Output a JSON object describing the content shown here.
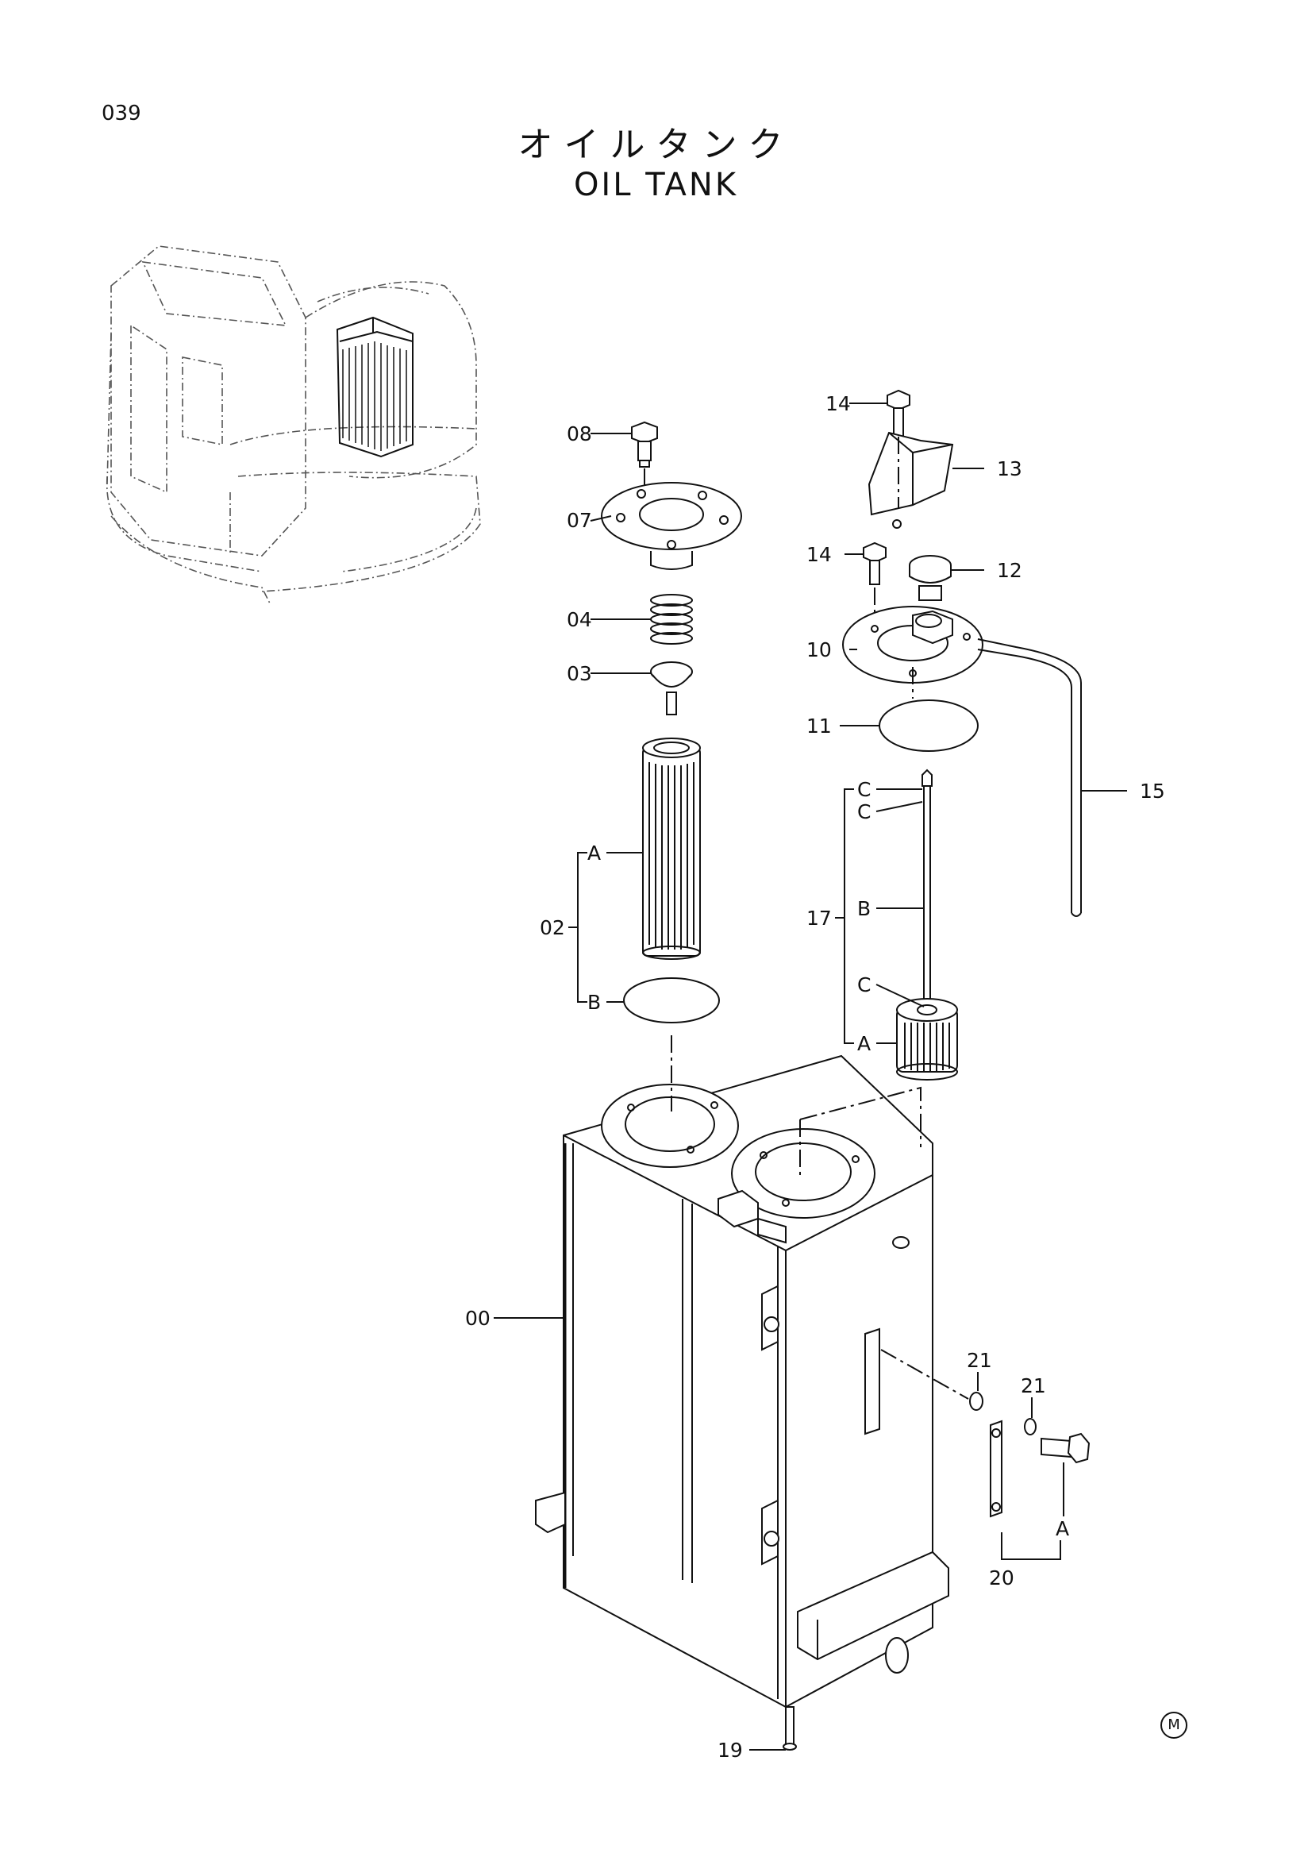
{
  "page": {
    "code": "039",
    "title_jp": "オイルタンク",
    "title_en": "OIL TANK",
    "mark": "M"
  },
  "callouts": {
    "c00": "00",
    "c02": "02",
    "c03": "03",
    "c04": "04",
    "c07": "07",
    "c08": "08",
    "c10": "10",
    "c11": "11",
    "c12": "12",
    "c13": "13",
    "c14a": "14",
    "c14b": "14",
    "c15": "15",
    "c17": "17",
    "c19": "19",
    "c20": "20",
    "c21a": "21",
    "c21b": "21",
    "c02A": "A",
    "c02B": "B",
    "c17C1": "C",
    "c17C2": "C",
    "c17B": "B",
    "c17C3": "C",
    "c17A": "A",
    "c20A": "A"
  }
}
